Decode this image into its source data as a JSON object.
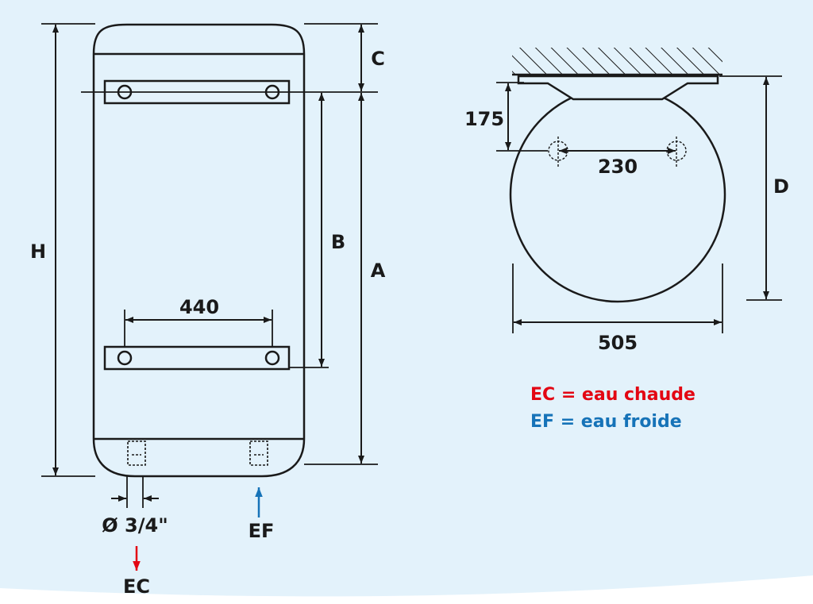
{
  "colors": {
    "background": "#e3f2fb",
    "line": "#1a1a1a",
    "hot": "#e30613",
    "cold": "#1673b8"
  },
  "front_view": {
    "label_h": "H",
    "label_a": "A",
    "label_b": "B",
    "label_c": "C",
    "width_bracket": "440",
    "pipe_diameter": "Ø 3/4\"",
    "outlet_hot": "EC",
    "inlet_cold": "EF"
  },
  "side_view": {
    "depth_top": "175",
    "hole_spacing": "230",
    "diameter": "505",
    "label_d": "D"
  },
  "legend": {
    "hot": "EC = eau chaude",
    "cold": "EF = eau froide"
  }
}
